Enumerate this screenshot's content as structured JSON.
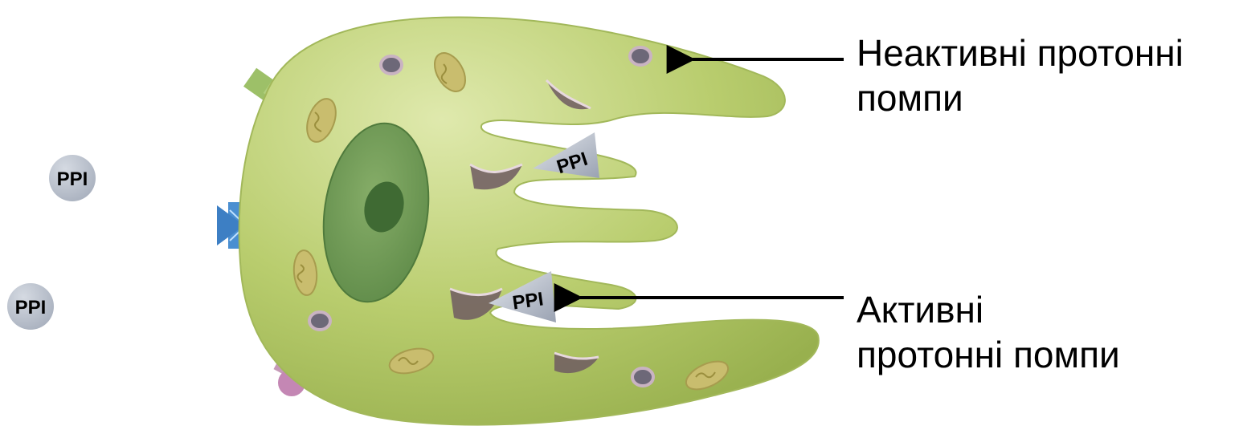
{
  "labels": {
    "inactive_pumps": [
      "Неактивні протонні",
      "помпи"
    ],
    "active_pumps": [
      "Активні",
      "протонні помпи"
    ]
  },
  "drug": {
    "outside_1": "PPI",
    "outside_2": "PPI",
    "bound_upper": "PPI",
    "bound_lower": "PPI"
  },
  "colors": {
    "cell_body": "#b4c96a",
    "cell_highlight": "#d6e4a0",
    "nucleus": "#6e9a55",
    "nucleolus": "#3f6a33",
    "mitochondria": "#c2b86a",
    "vesicle": "#a99aa8",
    "canaliculus": "#7d6a6e",
    "ppi_molecule": "#b5bcc8",
    "receptor_green": "#94b860",
    "receptor_blue": "#4a8fd1",
    "receptor_pink": "#c28ab0"
  }
}
